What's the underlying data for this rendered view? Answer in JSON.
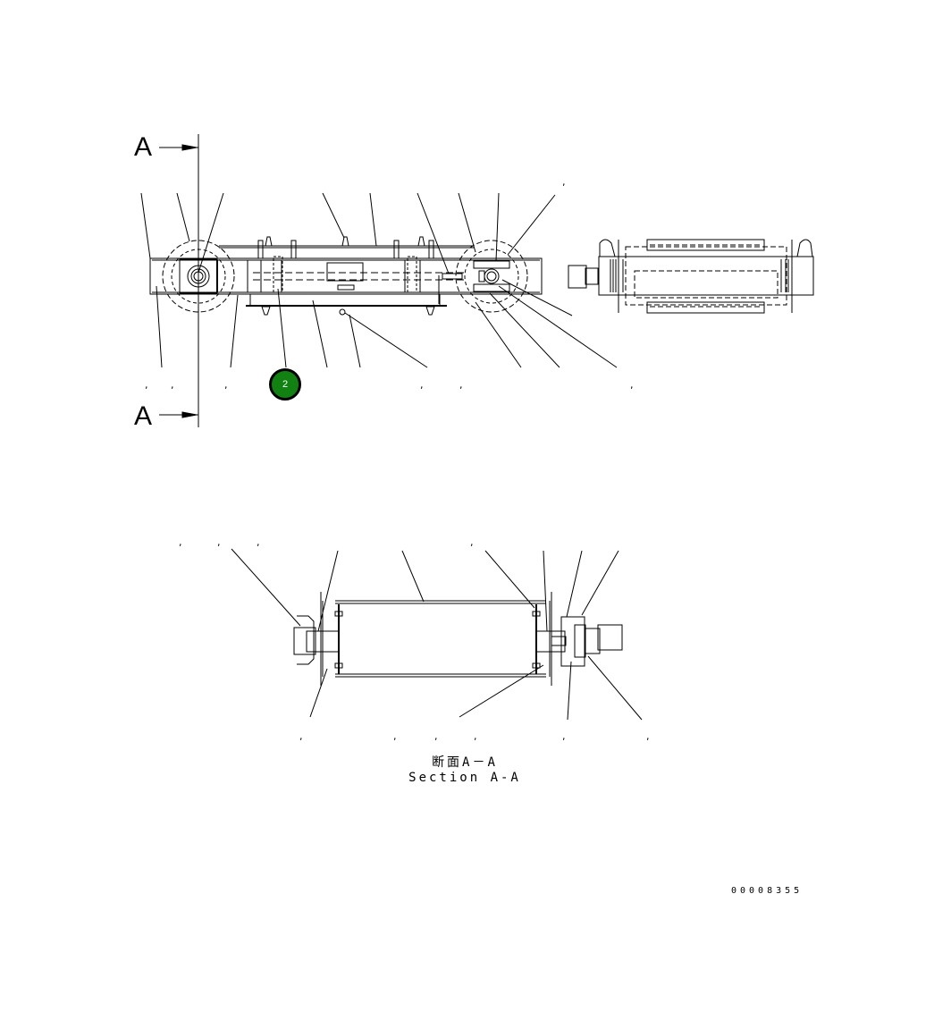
{
  "drawing": {
    "section_marker": "A",
    "section_title_jp": "断面A－A",
    "section_title_en": "Section A-A",
    "document_number": "00008355",
    "callouts": [
      {
        "label": "2",
        "color": "#118211"
      }
    ],
    "top_view_commas": [
      ",",
      ",",
      ",",
      ",",
      ",",
      ",",
      ","
    ],
    "section_view_commas": [
      ",",
      ",",
      ",",
      ",",
      ",",
      ",",
      ",",
      ",",
      ",",
      ","
    ]
  }
}
